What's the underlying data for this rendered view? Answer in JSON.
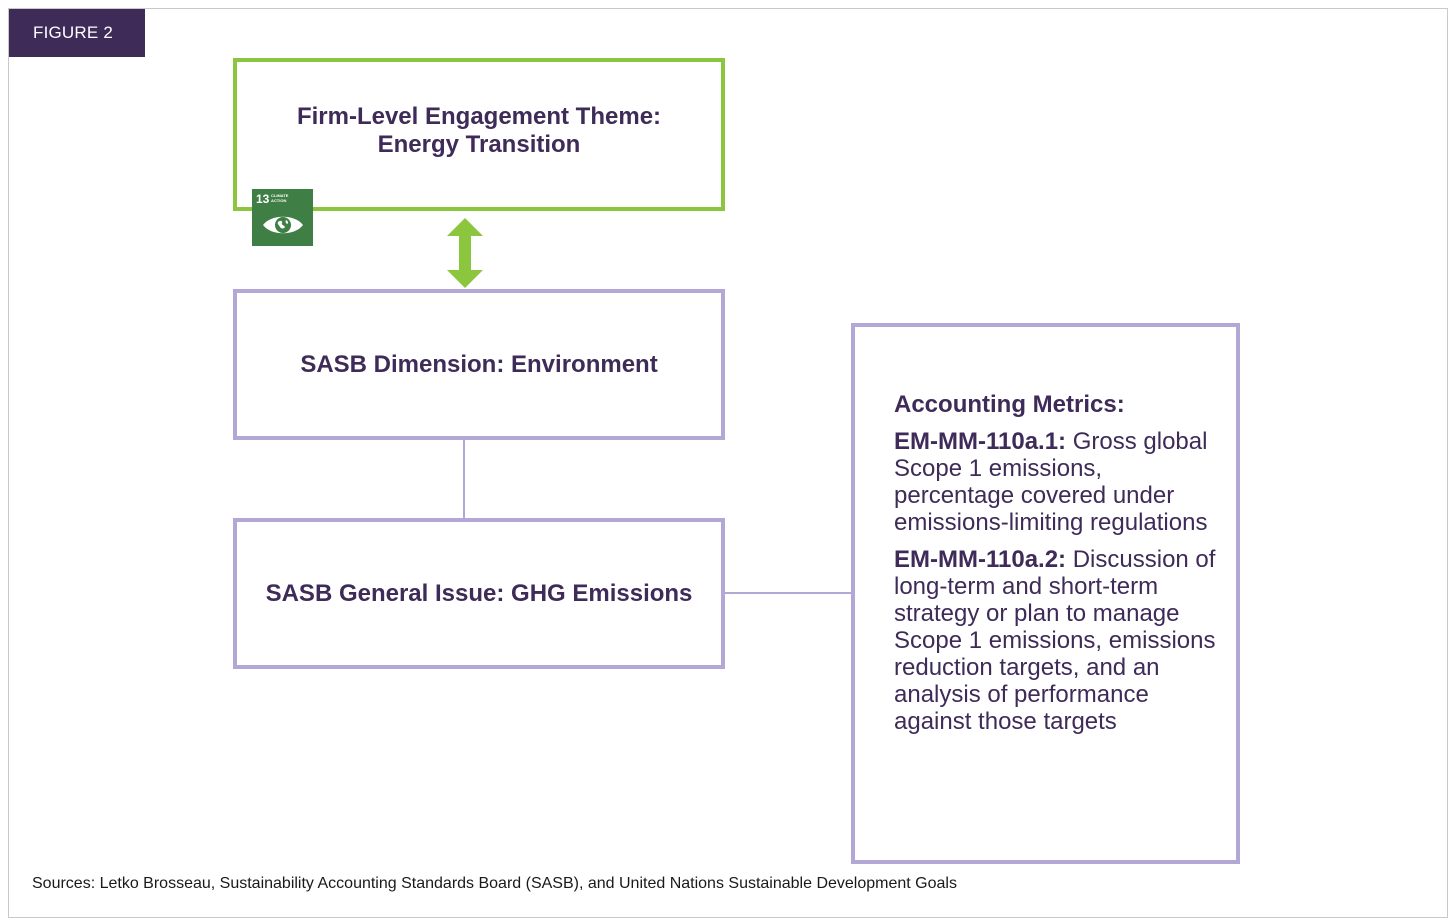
{
  "figure_label": "FIGURE 2",
  "theme_box": {
    "line1": "Firm-Level Engagement Theme:",
    "line2": "Energy Transition"
  },
  "sdg_badge": {
    "number": "13",
    "label": "CLIMATE ACTION",
    "icon": "eye-globe-icon",
    "color": "#3f7e44"
  },
  "dimension_box": {
    "text": "SASB Dimension: Environment"
  },
  "issue_box": {
    "text": "SASB General Issue: GHG Emissions"
  },
  "metrics_box": {
    "title": "Accounting Metrics:",
    "metrics": [
      {
        "code": "EM-MM-110a.1:",
        "description": "Gross global Scope 1 emissions, percentage covered under emissions-limiting regulations"
      },
      {
        "code": "EM-MM-110a.2:",
        "description": "Discussion of long-term and short-term strategy or plan to manage Scope 1 emissions, emissions reduction targets, and an analysis of performance against those targets"
      }
    ]
  },
  "sources": "Sources: Letko Brosseau, Sustainability Accounting Standards Board (SASB), and United Nations Sustainable Development Goals",
  "colors": {
    "brand_purple": "#3e2b58",
    "theme_green": "#8cc63f",
    "box_lavender": "#b3a7d6"
  }
}
